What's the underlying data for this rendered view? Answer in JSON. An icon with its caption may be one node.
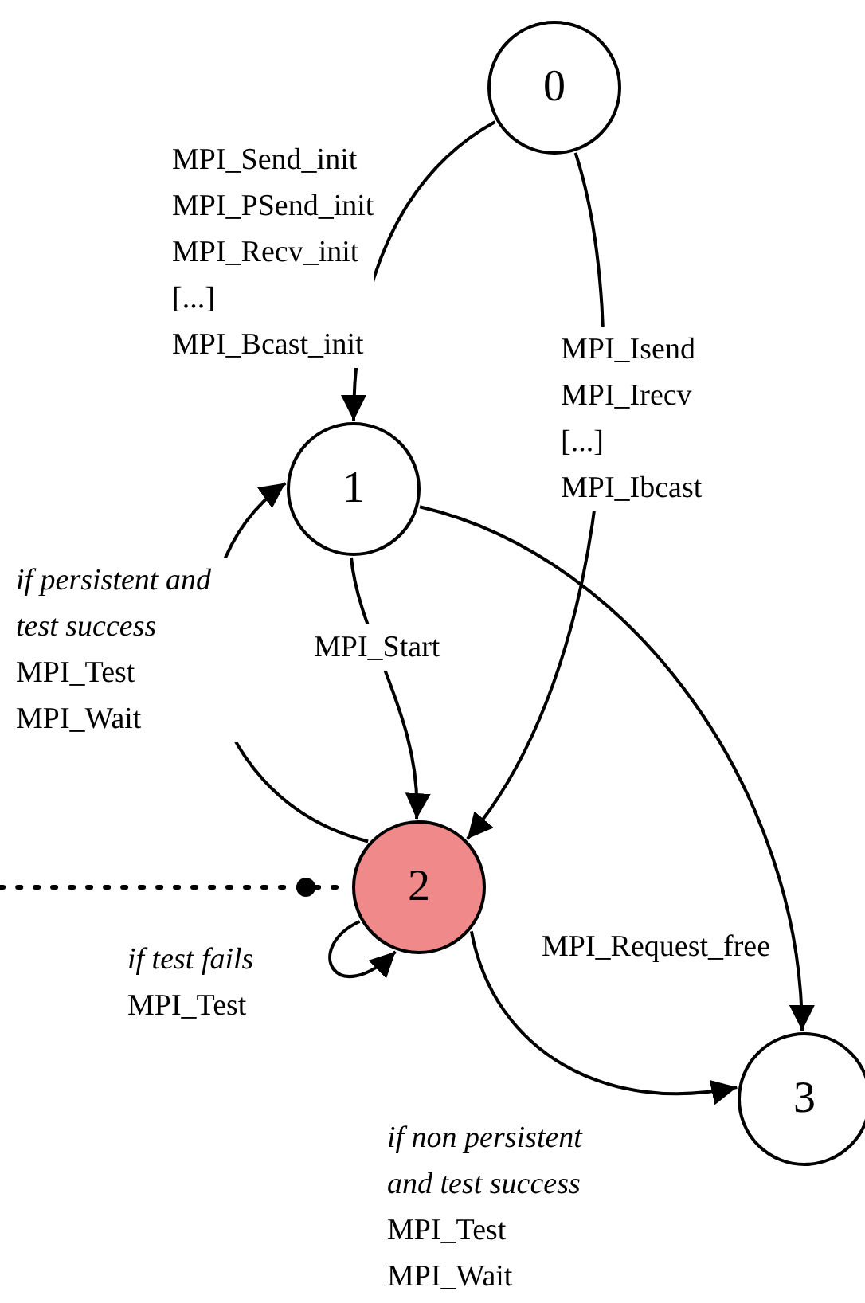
{
  "diagram": {
    "nodes": [
      {
        "text": [
          "0"
        ]
      },
      {
        "text": [
          "1"
        ]
      },
      {
        "text": [
          "2"
        ]
      },
      {
        "text": [
          "3"
        ]
      }
    ],
    "edges": [
      {
        "from": 0,
        "to": 1,
        "arrow": "to",
        "label": "MPI_Send_init MPI_PSend_init MPI_Recv_init [...] MPI_Bcast_init"
      },
      {
        "from": 0,
        "to": 2,
        "arrow": "to",
        "label": "MPI_Isend MPI_Irecv [...] MPI_Ibcast"
      },
      {
        "from": 1,
        "to": 2,
        "arrow": "to",
        "label": "MPI_Start"
      },
      {
        "from": 1,
        "to": 3,
        "arrow": "to",
        "label": "MPI_Request_free"
      },
      {
        "from": 2,
        "to": 1,
        "arrow": "to",
        "label": "*if persistent and test success* MPI_Test MPI_Wait"
      },
      {
        "from": 2,
        "to": 2,
        "arrow": "to",
        "label": "*if test fails* MPI_Test"
      },
      {
        "from": 2,
        "to": 3,
        "arrow": "to",
        "label": "*if non persistent and test success* MPI_Test MPI_Wait"
      },
      {
        "from": null,
        "to": 2,
        "arrow": "other",
        "style": "dashed"
      }
    ]
  }
}
